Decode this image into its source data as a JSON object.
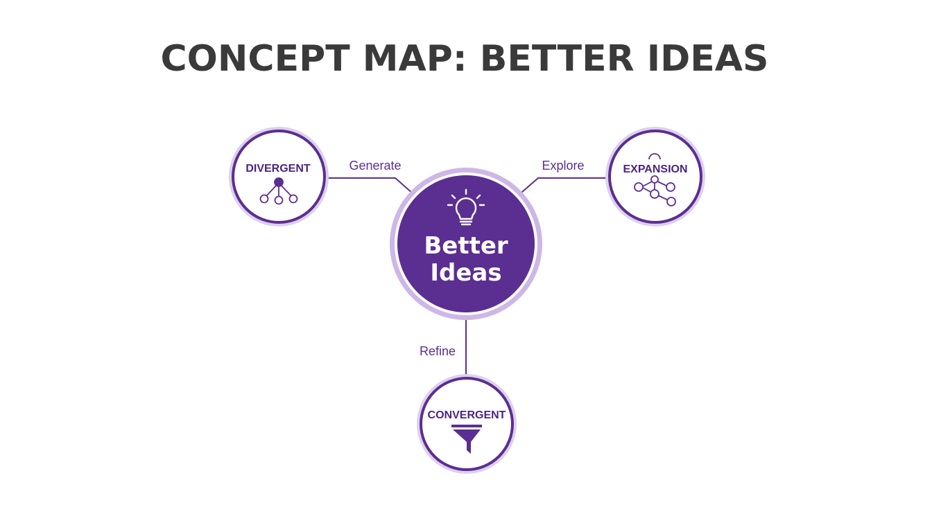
{
  "title": "CONCEPT MAP: BETTER IDEAS",
  "colors": {
    "accent": "#5b2e91",
    "ring": "#cdb7e6",
    "title": "#3a3a3a",
    "line": "#5b2e91"
  },
  "center": {
    "line1": "Better",
    "line2": "Ideas",
    "icon": "lightbulb-icon"
  },
  "nodes": {
    "divergent": {
      "label": "DIVERGENT",
      "icon": "branching-nodes-icon"
    },
    "expansion": {
      "label": "EXPANSION",
      "icon": "network-nodes-icon"
    },
    "convergent": {
      "label": "CONVERGENT",
      "icon": "funnel-icon"
    }
  },
  "edges": {
    "generate": "Generate",
    "explore": "Explore",
    "refine": "Refine"
  }
}
